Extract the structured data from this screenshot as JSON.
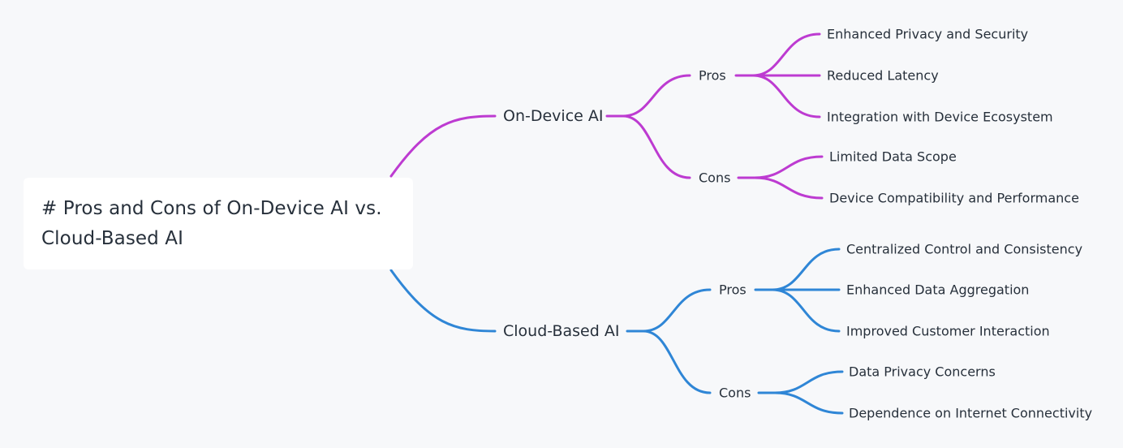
{
  "root": {
    "title": "# Pros and Cons of On-Device AI vs. Cloud-Based AI"
  },
  "colors": {
    "on_device": "#bd3bd1",
    "cloud": "#2f86d6",
    "text": "#27303b",
    "background": "#f7f8fa"
  },
  "branches": {
    "on_device": {
      "label": "On-Device AI",
      "pros": {
        "label": "Pros",
        "items": [
          "Enhanced Privacy and Security",
          "Reduced Latency",
          "Integration with Device Ecosystem"
        ]
      },
      "cons": {
        "label": "Cons",
        "items": [
          "Limited Data Scope",
          "Device Compatibility and Performance"
        ]
      }
    },
    "cloud": {
      "label": "Cloud-Based AI",
      "pros": {
        "label": "Pros",
        "items": [
          "Centralized Control and Consistency",
          "Enhanced Data Aggregation",
          "Improved Customer Interaction"
        ]
      },
      "cons": {
        "label": "Cons",
        "items": [
          "Data Privacy Concerns",
          "Dependence on Internet Connectivity"
        ]
      }
    }
  }
}
